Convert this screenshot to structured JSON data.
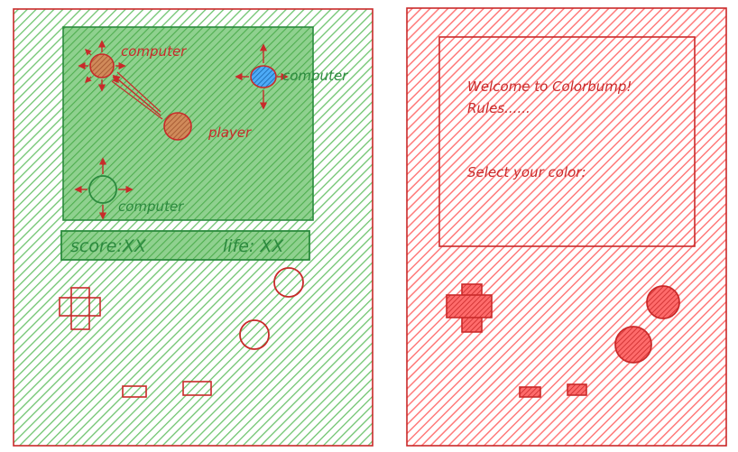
{
  "left_console": {
    "body_fill": "#7ccc7c",
    "stroke": "#c92a2a",
    "screen": {
      "labels": {
        "computer_top_left": "computer",
        "computer_right": "computer",
        "player": "player",
        "computer_bottom": "computer"
      }
    },
    "status": {
      "score": "score:XX",
      "life": "life: XX"
    }
  },
  "right_console": {
    "body_fill": "#ff8a8a",
    "stroke": "#c92a2a",
    "screen": {
      "welcome": "Welcome to Colorbump!",
      "rules": "Rules......",
      "select": "Select your color:"
    }
  },
  "colors": {
    "green_stroke": "#2b8a3e",
    "red_stroke": "#c92a2a",
    "blue_fill": "#1971c2",
    "brown_fill": "#b5651d",
    "dark_red_fill": "#e03131"
  }
}
